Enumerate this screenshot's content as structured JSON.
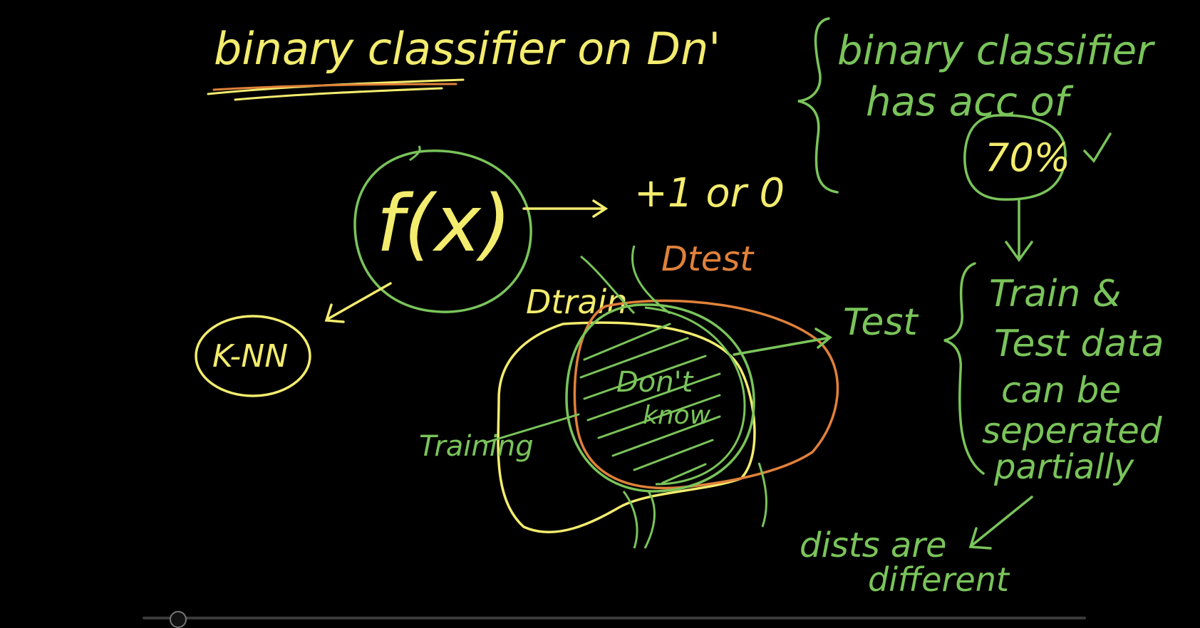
{
  "colors": {
    "background": "#000000",
    "yellow_ink": "#f3ec6e",
    "green_ink": "#7ac45a",
    "orange_ink": "#e0813a",
    "player_bar": "#3a3a3a"
  },
  "board": {
    "title": "binary classifier on Dn'",
    "brace_note_line1": "binary classifier",
    "brace_note_line2": "has acc of",
    "accuracy": "70%",
    "fx": "f(x)",
    "output": "+1 or 0",
    "knn": "K-NN",
    "d_train": "Dtrain",
    "d_test": "Dtest",
    "training": "Training",
    "test": "Test",
    "dont_know_1": "Don't",
    "dont_know_2": "know",
    "train_test_note": [
      "Train &",
      "Test data",
      "can be",
      "seperated",
      "partially"
    ],
    "dists_line1": "dists are",
    "dists_line2": "different"
  },
  "icons": {
    "check": "check-icon",
    "arrow": "arrow-icon"
  }
}
